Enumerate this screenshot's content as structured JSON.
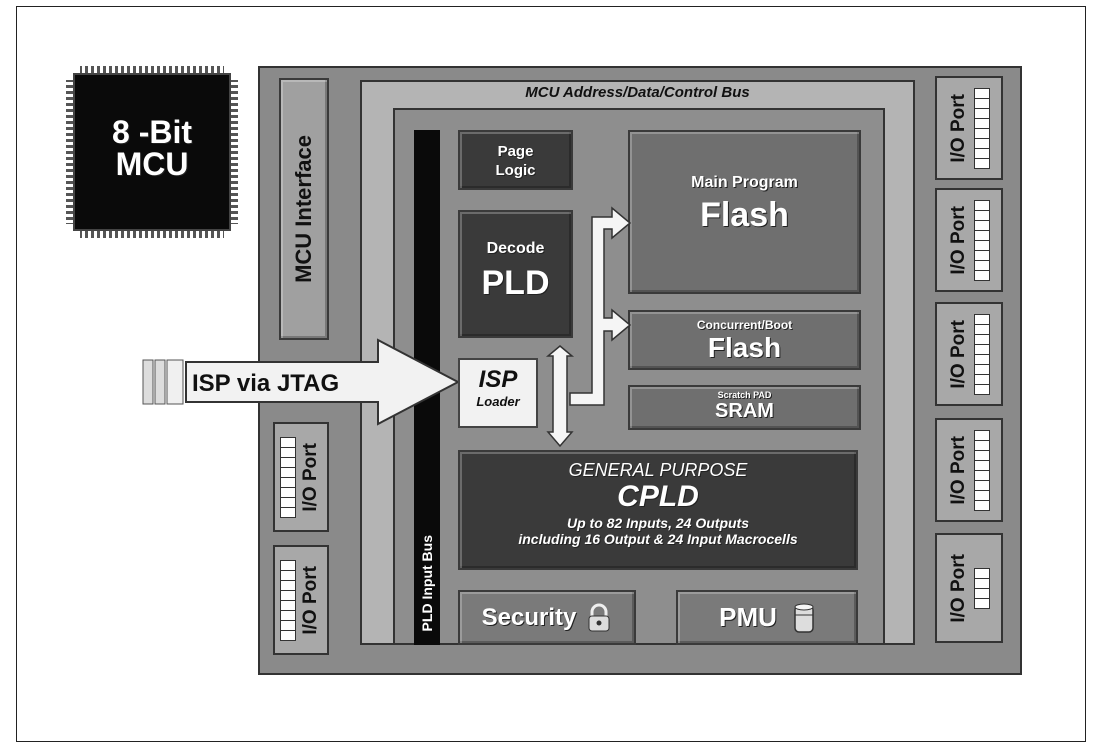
{
  "mcu_chip": {
    "line1": "8 -Bit",
    "line2": "MCU"
  },
  "mcu_interface": "MCU Interface",
  "bus_label": "MCU Address/Data/Control Bus",
  "pld_input_bus": "PLD Input Bus",
  "page_logic": {
    "line1": "Page",
    "line2": "Logic"
  },
  "decode": {
    "small": "Decode",
    "big": "PLD"
  },
  "main_flash": {
    "small": "Main Program",
    "big": "Flash"
  },
  "boot_flash": {
    "small": "Concurrent/Boot",
    "big": "Flash"
  },
  "sram": {
    "small": "Scratch PAD",
    "big": "SRAM"
  },
  "isp_loader": {
    "big": "ISP",
    "small": "Loader"
  },
  "isp_arrow": "ISP via JTAG",
  "cpld": {
    "line1": "GENERAL PURPOSE",
    "line2": "CPLD",
    "line3": "Up to 82 Inputs, 24 Outputs",
    "line4": "including 16 Output & 24 Input Macrocells"
  },
  "security": "Security",
  "pmu": "PMU",
  "io_port_label": "I/O Port",
  "icons": [
    "chip-icon",
    "padlock-icon",
    "battery-icon",
    "arrow-icon"
  ]
}
